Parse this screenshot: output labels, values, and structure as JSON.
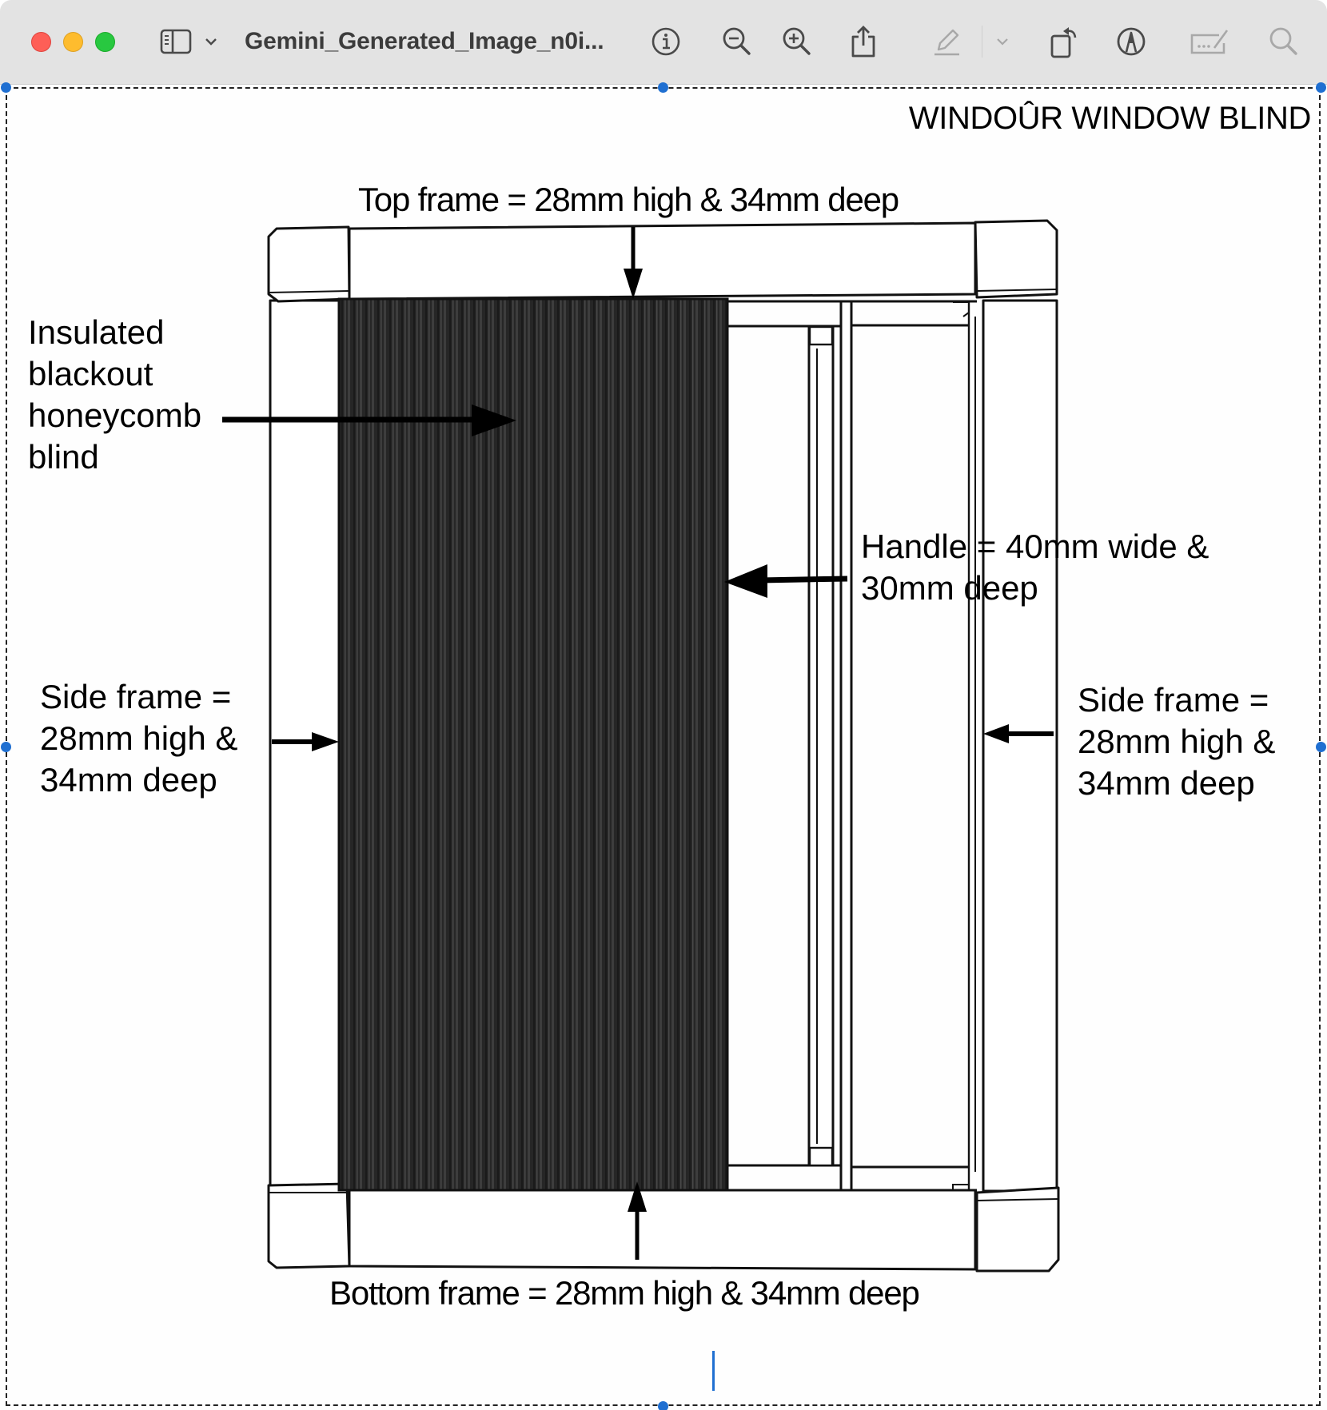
{
  "window": {
    "title": "Gemini_Generated_Image_n0i...",
    "traffic_lights": {
      "close": "#fe5f57",
      "minimize": "#febc2e",
      "maximize": "#28c840"
    }
  },
  "toolbar": {
    "items": [
      {
        "name": "sidebar-toggle",
        "icon": "sidebar-icon"
      },
      {
        "name": "sidebar-menu",
        "icon": "chevron-down-icon"
      },
      {
        "name": "info",
        "icon": "info-icon"
      },
      {
        "name": "zoom-out",
        "icon": "zoom-out-icon"
      },
      {
        "name": "zoom-in",
        "icon": "zoom-in-icon"
      },
      {
        "name": "share",
        "icon": "share-icon"
      },
      {
        "name": "highlight",
        "icon": "pencil-icon",
        "enabled": false
      },
      {
        "name": "highlight-menu",
        "icon": "chevron-down-icon"
      },
      {
        "name": "rotate",
        "icon": "rotate-icon"
      },
      {
        "name": "markup",
        "icon": "markup-icon"
      },
      {
        "name": "form-fill",
        "icon": "signature-icon",
        "enabled": false
      },
      {
        "name": "search",
        "icon": "search-icon",
        "enabled": false
      }
    ]
  },
  "document": {
    "brand_title": "WINDOÛR WINDOW BLIND",
    "annotations": {
      "top_frame": "Top frame = 28mm high & 34mm deep",
      "bottom_frame": "Bottom frame = 28mm high & 34mm deep",
      "blind": "Insulated\nblackout\nhoneycomb\nblind",
      "handle": "Handle = 40mm wide &\n30mm deep",
      "side_frame_left": "Side frame =\n28mm high &\n34mm deep",
      "side_frame_right": "Side frame =\n28mm high &\n34mm deep"
    },
    "colors": {
      "blind_fill": "#2a2a2a",
      "frame_stroke": "#111111",
      "selection_handle": "#1f6fd1"
    }
  }
}
